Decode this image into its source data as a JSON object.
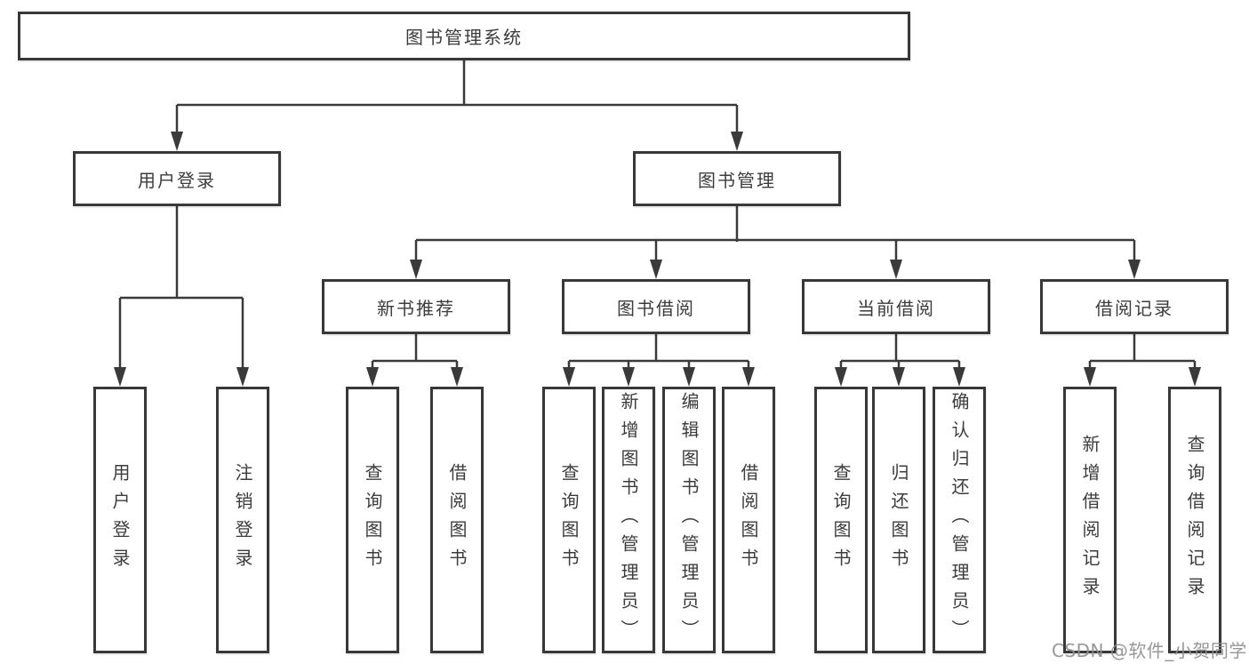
{
  "diagram": {
    "title": "图书管理系统",
    "level2": [
      {
        "label": "用户登录"
      },
      {
        "label": "图书管理"
      }
    ],
    "level3": [
      {
        "label": "新书推荐"
      },
      {
        "label": "图书借阅"
      },
      {
        "label": "当前借阅"
      },
      {
        "label": "借阅记录"
      }
    ],
    "level4": {
      "user_login": [
        "用户登录",
        "注销登录"
      ],
      "new_book_recommend": [
        "查询图书",
        "借阅图书"
      ],
      "book_borrow": [
        "查询图书",
        "新增图书（管理员）",
        "编辑图书（管理员）",
        "借阅图书"
      ],
      "current_borrow": [
        "查询图书",
        "归还图书",
        "确认归还（管理员）"
      ],
      "borrow_records": [
        "新增借阅记录",
        "查询借阅记录"
      ]
    },
    "watermark": "CSDN @软件_小贺同学"
  },
  "colors": {
    "line": "#3a3a3a",
    "box_border": "#383838",
    "text": "#3c3c3c",
    "watermark": "#8f8f8f",
    "background": "#ffffff"
  }
}
